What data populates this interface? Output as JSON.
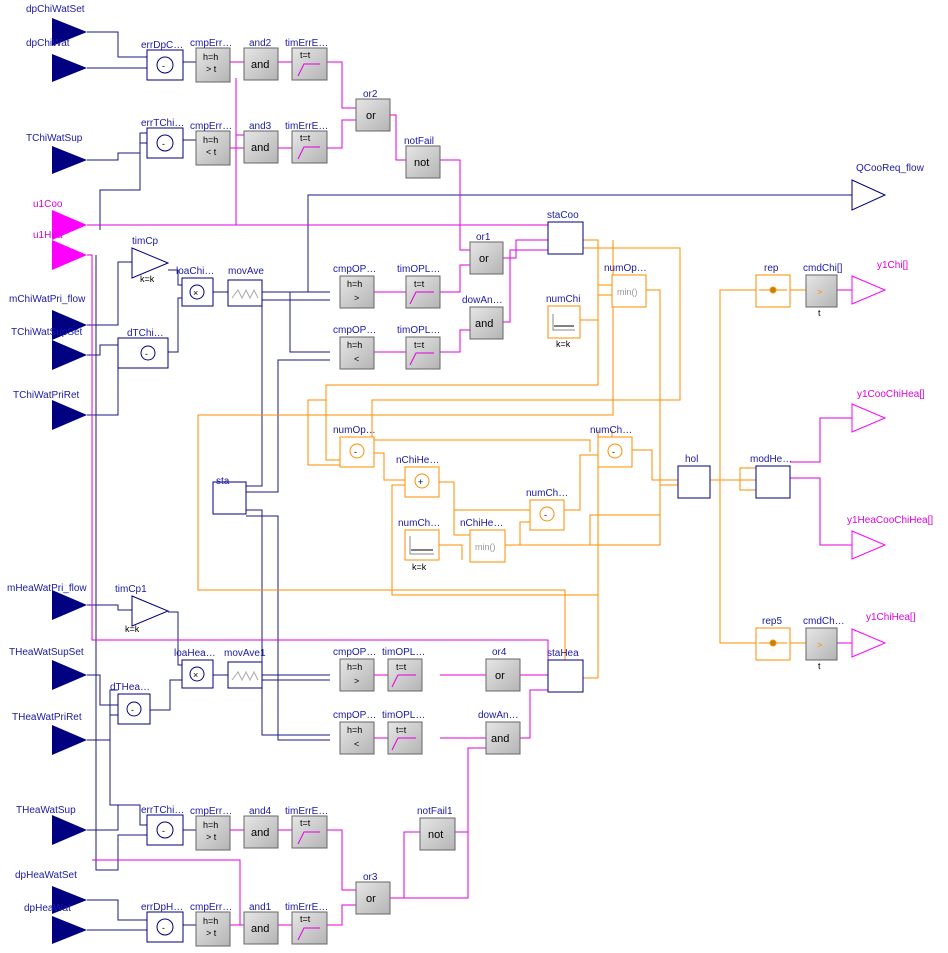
{
  "inputs": {
    "dpChiWatSet": "dpChiWatSet",
    "dpChiWat": "dpChiWat",
    "TChiWatSup": "TChiWatSup",
    "u1Coo": "u1Coo",
    "u1Hea": "u1Hea",
    "mChiWatPri_flow": "mChiWatPri_flow",
    "TChiWatSupSet": "TChiWatSupSet",
    "TChiWatPriRet": "TChiWatPriRet",
    "mHeaWatPri_flow": "mHeaWatPri_flow",
    "THeaWatSupSet": "THeaWatSupSet",
    "THeaWatPriRet": "THeaWatPriRet",
    "THeaWatSup": "THeaWatSup",
    "dpHeaWatSet": "dpHeaWatSet",
    "dpHeaWat": "dpHeaWat"
  },
  "outputs": {
    "QCooReq_flow": "QCooReq_flow",
    "y1Chi": "y1Chi[]",
    "y1CooChiHea": "y1CooChiHea[]",
    "y1HeaCooChiHea": "y1HeaCooChiHea[]",
    "y1ChiHea": "y1ChiHea[]"
  },
  "blocks": {
    "errDpC": "errDpC…",
    "cmpErr1": "cmpErr…",
    "and2": "and2",
    "timErrE1": "timErrE…",
    "errTChi1": "errTChi…",
    "cmpErr2": "cmpErr…",
    "and3": "and3",
    "timErrE2": "timErrE…",
    "or2": "or2",
    "notFail": "notFail",
    "timCp": "timCp",
    "loaChi": "loaChi…",
    "movAve": "movAve",
    "dTChi": "dTChi…",
    "cmpOP1": "cmpOP…",
    "timOPL1": "timOPL…",
    "cmpOP2": "cmpOP…",
    "timOPL2": "timOPL…",
    "or1": "or1",
    "dowAn1": "dowAn…",
    "staCoo": "staCoo",
    "numOp1": "numOp…",
    "numChi": "numChi",
    "rep": "rep",
    "cmdChi": "cmdChi[]",
    "numOp2": "numOp…",
    "nChiHe1": "nChiHe…",
    "numCh1": "numCh…",
    "numCh2": "numCh…",
    "sta": "sta",
    "numCh3": "numCh…",
    "nChiHe2": "nChiHe…",
    "hol": "hol",
    "modHe": "modHe…",
    "timCp1": "timCp1",
    "loaHea": "loaHea…",
    "movAve1": "movAve1",
    "dTHea": "dTHea…",
    "cmpOP3": "cmpOP…",
    "timOPL3": "timOPL…",
    "or4": "or4",
    "staHea": "staHea",
    "cmpOP4": "cmpOP…",
    "timOPL4": "timOPL…",
    "dowAn2": "dowAn…",
    "rep5": "rep5",
    "cmdCh2": "cmdCh…",
    "errTChi2": "errTChi…",
    "cmpErr3": "cmpErr…",
    "and4": "and4",
    "timErrE3": "timErrE…",
    "notFail1": "notFail1",
    "or3": "or3",
    "errDpH": "errDpH…",
    "cmpErr4": "cmpErr…",
    "and1": "and1",
    "timErrE4": "timErrE…"
  },
  "glyphs": {
    "and": "and",
    "or": "or",
    "not": "not",
    "minus": "-",
    "plus": "+",
    "times": "×",
    "gt": "> t",
    "lt": "< t",
    "hh": "h=h",
    "cmpGt": ">",
    "cmpLt": "<",
    "tt": "t=t",
    "kk": "k=k",
    "min": "min()",
    "t": "t"
  },
  "colors": {
    "navy": "#000080",
    "magenta": "#ff00ff",
    "orange": "#ff8c00",
    "gray": "#c8c8c8",
    "wire": "#1a1a80"
  }
}
